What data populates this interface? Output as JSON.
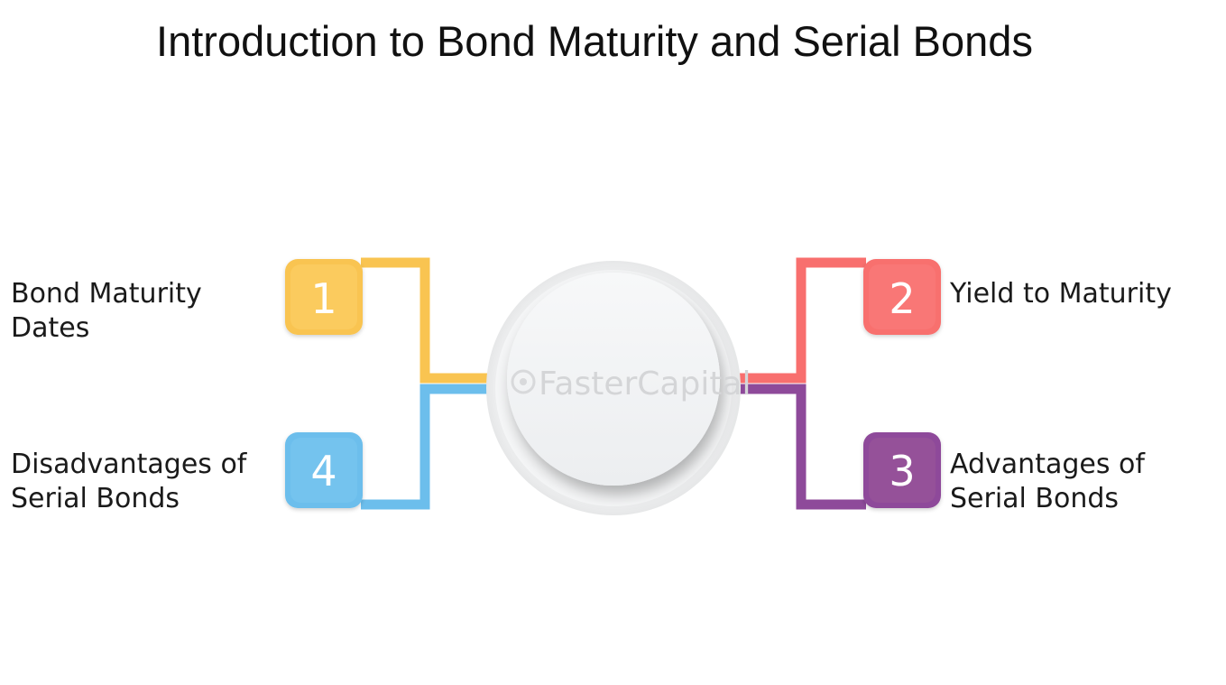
{
  "title": "Introduction to Bond Maturity and Serial Bonds",
  "watermark": "FasterCapital",
  "items": [
    {
      "number": "1",
      "label": "Bond Maturity\nDates",
      "color": "#F9C451"
    },
    {
      "number": "2",
      "label": "Yield to Maturity",
      "color": "#F86F6E"
    },
    {
      "number": "3",
      "label": "Advantages of\nSerial Bonds",
      "color": "#8E4A9A"
    },
    {
      "number": "4",
      "label": "Disadvantages of\nSerial Bonds",
      "color": "#6CBEEC"
    }
  ]
}
